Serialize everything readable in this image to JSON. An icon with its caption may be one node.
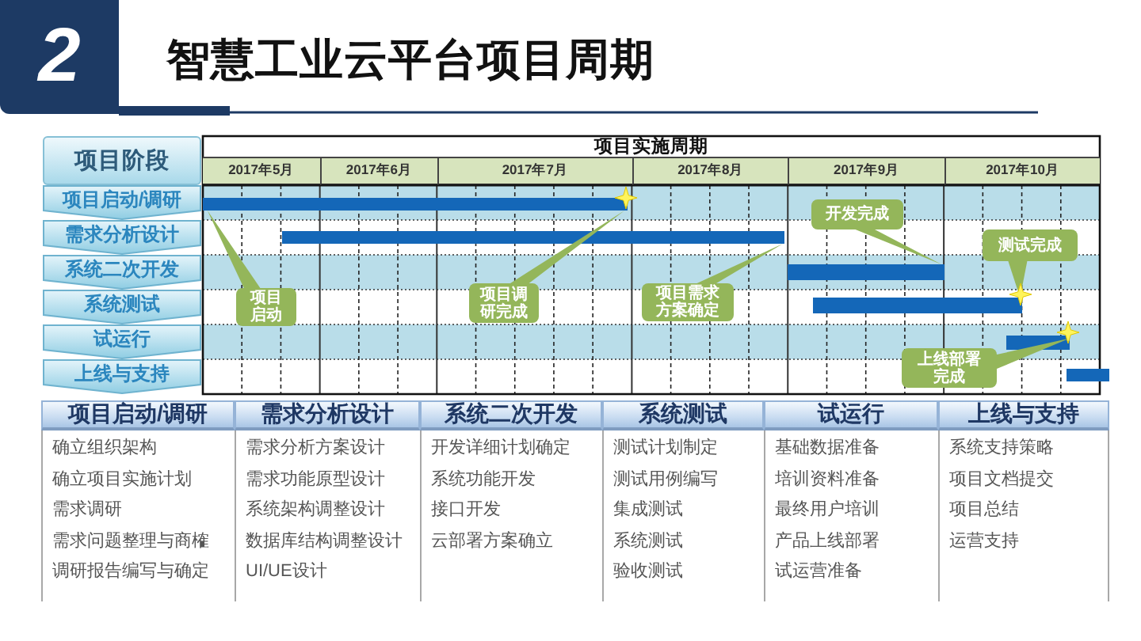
{
  "diagram": {
    "title": "智慧工业云平台项目周期",
    "nodes": [
      {
        "text": [
          "2"
        ]
      },
      {
        "text": [
          "项目阶段"
        ]
      },
      {
        "text": [
          "项目启动/调研"
        ]
      },
      {
        "text": [
          "需求分析设计"
        ]
      },
      {
        "text": [
          "系统二次开发"
        ]
      },
      {
        "text": [
          "系统测试"
        ]
      },
      {
        "text": [
          "试运行"
        ]
      },
      {
        "text": [
          "上线与支持"
        ]
      },
      {
        "text": [],
        "shape": "bar"
      },
      {
        "text": [],
        "shape": "bar"
      },
      {
        "text": [],
        "shape": "bar"
      },
      {
        "text": [],
        "shape": "bar"
      },
      {
        "text": [],
        "shape": "bar"
      },
      {
        "text": [],
        "shape": "bar"
      },
      {
        "text": [
          "项目启动"
        ]
      },
      {
        "text": [
          "项目调研完成"
        ]
      },
      {
        "text": [
          "项目需求方案确定"
        ]
      },
      {
        "text": [
          "开发完成"
        ]
      },
      {
        "text": [
          "测试完成"
        ]
      },
      {
        "text": [
          "上线部署完成"
        ]
      },
      {
        "text": [
          "项目启动/调研"
        ]
      },
      {
        "text": [
          "需求分析设计"
        ]
      },
      {
        "text": [
          "系统二次开发"
        ]
      },
      {
        "text": [
          "系统测试"
        ]
      },
      {
        "text": [
          "试运行"
        ]
      },
      {
        "text": [
          "上线与支持"
        ]
      },
      {
        "text": [
          "确立组织架构",
          "确立项目实施计划",
          "需求调研",
          "需求问题整理与商榷",
          "调研报告编写与确定"
        ]
      },
      {
        "text": [
          "需求分析方案设计",
          "需求功能原型设计",
          "系统架构调整设计",
          "数据库结构调整设计",
          "UI/UE设计"
        ]
      },
      {
        "text": [
          "开发详细计划确定",
          "系统功能开发",
          "接口开发",
          "云部署方案确立"
        ]
      },
      {
        "text": [
          "测试计划制定",
          "测试用例编写",
          "集成测试",
          "系统测试",
          "验收测试"
        ]
      },
      {
        "text": [
          "基础数据准备",
          "培训资料准备",
          "最终用户培训",
          "产品上线部署",
          "试运营准备"
        ]
      },
      {
        "text": [
          "系统支持策略",
          "项目文档提交",
          "项目总结",
          "运营支持"
        ]
      }
    ],
    "edges": [
      {
        "from": 14,
        "to": 8,
        "arrow": "none"
      },
      {
        "from": 15,
        "to": 8,
        "arrow": "none"
      },
      {
        "from": 16,
        "to": 9,
        "arrow": "none"
      },
      {
        "from": 17,
        "to": 10,
        "arrow": "none"
      },
      {
        "from": 18,
        "to": 11,
        "arrow": "none"
      },
      {
        "from": 19,
        "to": 12,
        "arrow": "none"
      }
    ],
    "labels": [
      "项目实施周期",
      "2017年5月",
      "2017年6月",
      "2017年7月",
      "2017年8月",
      "2017年9月",
      "2017年10月"
    ]
  }
}
